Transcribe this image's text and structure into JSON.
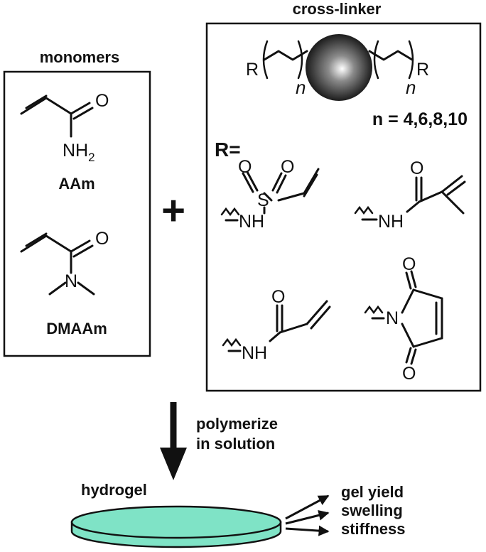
{
  "monomers": {
    "title": "monomers",
    "aam": {
      "name": "AAm",
      "atom_o": "O",
      "atom_nh": "NH",
      "sub": "2"
    },
    "dmaam": {
      "name": "DMAAm",
      "atom_o": "O",
      "atom_n": "N"
    }
  },
  "plus": "+",
  "crosslinker": {
    "title": "cross-linker",
    "r_left": "R",
    "r_right": "R",
    "n_left": "n",
    "n_right": "n",
    "n_values": "n = 4,6,8,10",
    "r_equals": "R=",
    "groups": {
      "vinylsulfonamide": {
        "o1": "O",
        "o2": "O",
        "s": "S",
        "nh": "NH"
      },
      "methacrylamide": {
        "o": "O",
        "nh": "NH"
      },
      "acrylamide": {
        "o": "O",
        "nh": "NH"
      },
      "maleimide": {
        "n": "N",
        "o1": "O",
        "o2": "O"
      }
    }
  },
  "reaction": {
    "line1": "polymerize",
    "line2": "in solution"
  },
  "product": {
    "label": "hydrogel",
    "gel_color": "#7fe3c6",
    "outcomes": [
      "gel yield",
      "swelling",
      "stiffness"
    ]
  }
}
